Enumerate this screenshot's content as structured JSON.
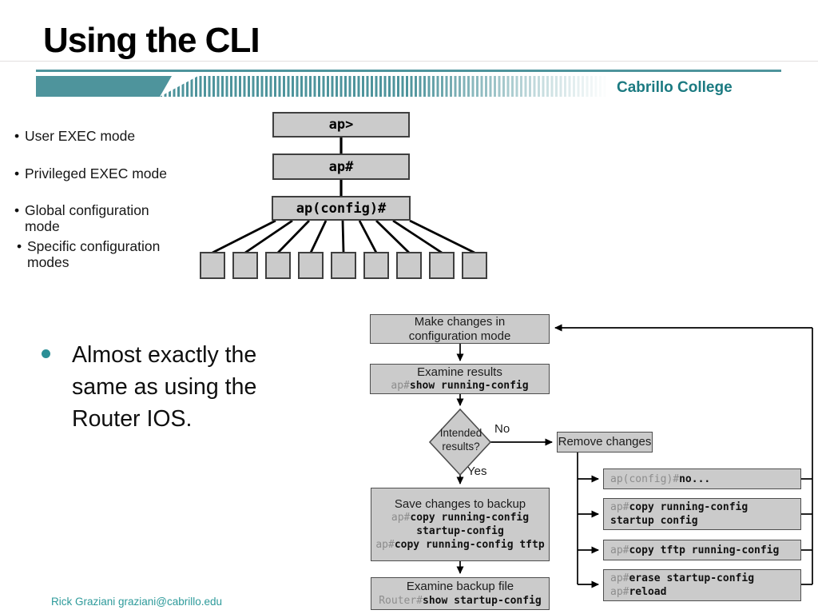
{
  "title": "Using the CLI",
  "brand": "Cabrillo College",
  "footer": "Rick Graziani  graziani@cabrillo.edu",
  "colors": {
    "teal_bar": "#4e949c",
    "brand_text": "#1b7a81",
    "box_fill": "#cbcbcb",
    "accent_bullet": "#2b8f96"
  },
  "mode_list": {
    "items": [
      "User EXEC mode",
      "Privileged EXEC mode",
      "Global configuration mode",
      "Specific configuration modes"
    ]
  },
  "hierarchy": {
    "levels": [
      "ap>",
      "ap#",
      "ap(config)#"
    ],
    "leaf_count": 9
  },
  "note": {
    "lines": [
      "Almost exactly the",
      "same as using the",
      "Router IOS."
    ]
  },
  "flowchart": {
    "make_changes": {
      "lines": [
        "Make changes in",
        "configuration mode"
      ]
    },
    "examine_results": {
      "title": "Examine results",
      "code": [
        {
          "prompt": "ap#",
          "cmd": "show running-config"
        }
      ]
    },
    "decision": {
      "lines": [
        "Intended",
        "results?"
      ],
      "no_label": "No",
      "yes_label": "Yes"
    },
    "remove_changes": {
      "label": "Remove changes"
    },
    "save_backup": {
      "title": "Save changes to backup",
      "code": [
        {
          "prompt": "ap#",
          "cmd": "copy running-config"
        },
        {
          "prompt": "",
          "cmd": "startup-config"
        },
        {
          "prompt": "ap#",
          "cmd": "copy running-config tftp"
        }
      ]
    },
    "examine_backup": {
      "title": "Examine backup file",
      "code": [
        {
          "prompt": "Router#",
          "cmd": "show startup-config"
        }
      ]
    },
    "undo_boxes": [
      {
        "code": [
          {
            "prompt": "ap(config)#",
            "cmd": "no..."
          }
        ]
      },
      {
        "code": [
          {
            "prompt": "ap#",
            "cmd": "copy running-config"
          },
          {
            "prompt": "",
            "cmd": "startup config"
          }
        ]
      },
      {
        "code": [
          {
            "prompt": "ap#",
            "cmd": "copy tftp running-config"
          }
        ]
      },
      {
        "code": [
          {
            "prompt": "ap#",
            "cmd": "erase startup-config"
          },
          {
            "prompt": "ap#",
            "cmd": "reload"
          }
        ]
      }
    ]
  }
}
